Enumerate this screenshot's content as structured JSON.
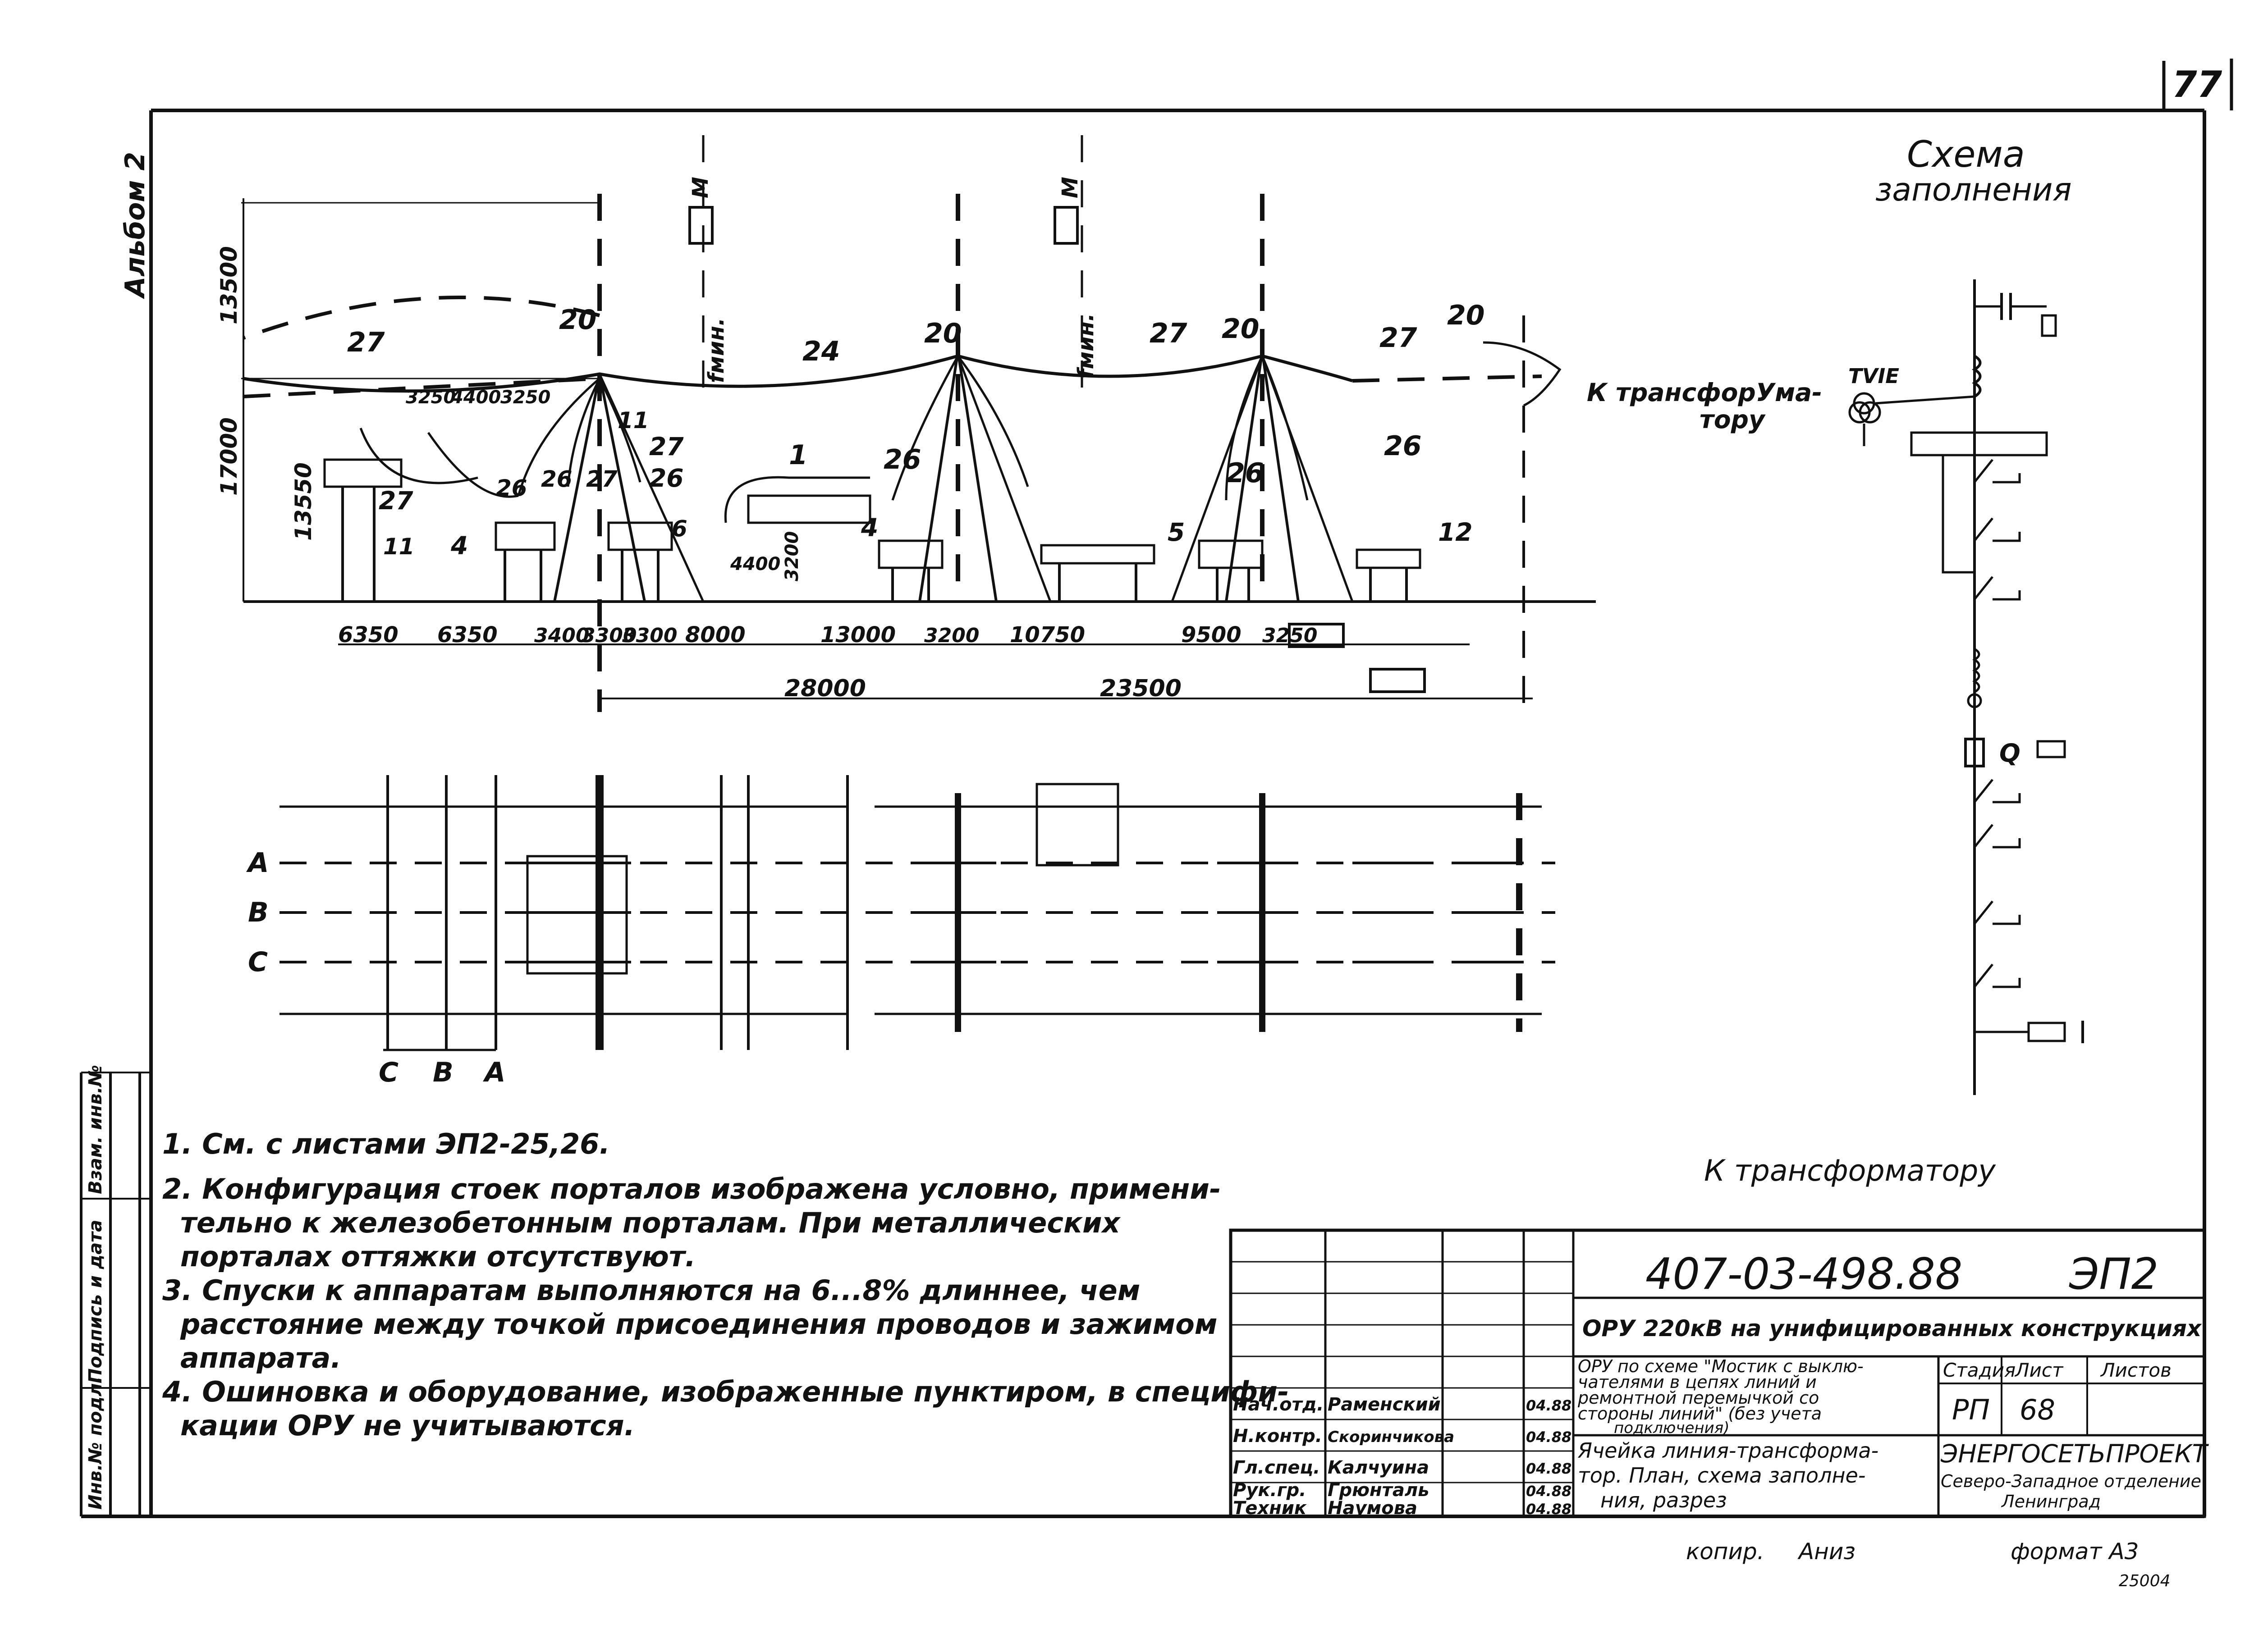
{
  "sheet_number": "77",
  "album_label": "Альбом 2",
  "schema": {
    "title_line1": "Схема",
    "title_line2": "заполнения",
    "tvie_label": "TVIE",
    "q_label": "Q",
    "to_transformer": "К трансформатору"
  },
  "section": {
    "labels": [
      "27",
      "20",
      "24",
      "20",
      "27",
      "20",
      "27",
      "20",
      "1",
      "26",
      "26",
      "26",
      "27",
      "27",
      "11",
      "26",
      "4",
      "6",
      "4",
      "5",
      "26",
      "12",
      "11",
      "27",
      "26"
    ],
    "transformer_label_1": "К трансфорУма-",
    "transformer_label_2": "тору",
    "fmin_label": "fмин.",
    "m_label": "М",
    "dim_vertical": [
      "13500",
      "17000",
      "13550"
    ],
    "dim_small": [
      "3250",
      "4400",
      "3250"
    ],
    "dim_local": [
      "4400",
      "3200"
    ],
    "dim_bottom": [
      "6350",
      "6350",
      "3400",
      "3300",
      "3300",
      "8000",
      "13000",
      "3200",
      "10750",
      "9500",
      "3250"
    ],
    "dim_total": [
      "28000",
      "23500"
    ]
  },
  "plan": {
    "phase_labels": [
      "А",
      "В",
      "С"
    ],
    "bottom_labels": [
      "С",
      "В",
      "А"
    ]
  },
  "notes": [
    "1. См. с листами ЭП2-25,26.",
    "2. Конфигурация стоек порталов изображена условно, примени-",
    "тельно к железобетонным порталам. При металлических",
    "порталах оттяжки отсутствуют.",
    "3. Спуски к аппаратам выполняются на 6...8% длиннее, чем",
    "расстояние между точкой присоединения проводов и зажимом",
    "аппарата.",
    "4. Ошиновка и оборудование, изображенные пунктиром, в специфи-",
    "кации ОРУ не учитываются."
  ],
  "left_margin": {
    "text1": "Инв.№ подл.",
    "text2": "Подпись и дата",
    "text3": "Взам. инв.№"
  },
  "title_block": {
    "doc_number": "407-03-498.88",
    "code": "ЭП2",
    "title": "ОРУ 220кВ на унифицированных конструкциях",
    "subtitle_lines": [
      "ОРУ по схеме \"Мостик с выклю-",
      "чателями в цепях линий и",
      "ремонтной перемычкой со",
      "стороны линий\" (без учета",
      "подключения)"
    ],
    "sheet_title_lines": [
      "Ячейка линия-трансформа-",
      "тор. План, схема заполне-",
      "ния, разрез"
    ],
    "stage_header": "Стадия",
    "sheet_header": "Лист",
    "sheets_header": "Листов",
    "stage": "РП",
    "sheet": "68",
    "org_name": "ЭНЕРГОСЕТЬПРОЕКТ",
    "org_line2": "Северо-Западное отделение",
    "org_line3": "Ленинград",
    "staff": [
      {
        "role": "Нач.отд.",
        "name": "Раменский",
        "date": "04.88"
      },
      {
        "role": "Н.контр.",
        "name": "Скоринчикова",
        "date": "04.88"
      },
      {
        "role": "Гл.спец.",
        "name": "Калчуина",
        "date": "04.88"
      },
      {
        "role": "Рук.гр.",
        "name": "Грюнталь",
        "date": "04.88"
      },
      {
        "role": "Техник",
        "name": "Наумова",
        "date": "04.88"
      }
    ]
  },
  "footer": {
    "copied": "копир.",
    "copied_by": "Аниз",
    "format": "формат А3",
    "code": "25004"
  }
}
